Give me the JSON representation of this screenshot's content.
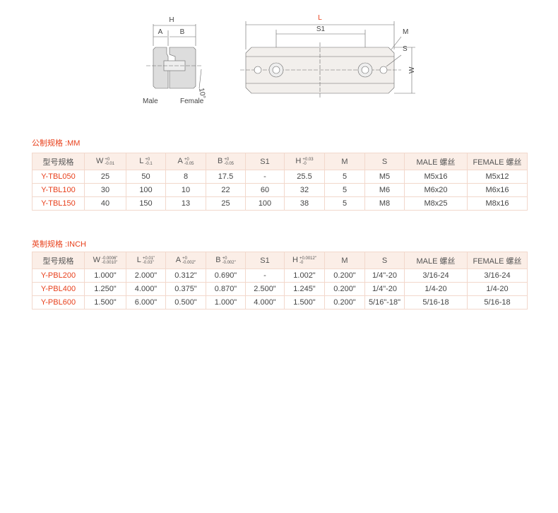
{
  "drawing": {
    "labels": {
      "H": "H",
      "A": "A",
      "B": "B",
      "L": "L",
      "S1": "S1",
      "M": "M",
      "S": "S",
      "W": "W",
      "angle": "10°",
      "male": "Male",
      "female": "Female"
    },
    "accent": "#e8401c"
  },
  "metric": {
    "title": "公制规格 :MM",
    "headers": [
      {
        "label": "型号规格"
      },
      {
        "label": "W",
        "tol_top": "+0",
        "tol_bot": "-0.01"
      },
      {
        "label": "L",
        "tol_top": "+0",
        "tol_bot": "-0.1"
      },
      {
        "label": "A",
        "tol_top": "+0",
        "tol_bot": "-0.05"
      },
      {
        "label": "B",
        "tol_top": "+0",
        "tol_bot": "-0.05"
      },
      {
        "label": "S1"
      },
      {
        "label": "H",
        "tol_top": "+0.03",
        "tol_bot": "-0"
      },
      {
        "label": "M"
      },
      {
        "label": "S"
      },
      {
        "label": "MALE 螺丝"
      },
      {
        "label": "FEMALE 螺丝"
      }
    ],
    "rows": [
      [
        "Y-TBL050",
        "25",
        "50",
        "8",
        "17.5",
        "-",
        "25.5",
        "5",
        "M5",
        "M5x16",
        "M5x12"
      ],
      [
        "Y-TBL100",
        "30",
        "100",
        "10",
        "22",
        "60",
        "32",
        "5",
        "M6",
        "M6x20",
        "M6x16"
      ],
      [
        "Y-TBL150",
        "40",
        "150",
        "13",
        "25",
        "100",
        "38",
        "5",
        "M8",
        "M8x25",
        "M8x16"
      ]
    ]
  },
  "inch": {
    "title": "英制规格 :INCH",
    "headers": [
      {
        "label": "型号规格"
      },
      {
        "label": "W",
        "tol_top": "-0.0006\"",
        "tol_bot": "-0.0010\""
      },
      {
        "label": "L",
        "tol_top": "+0.01\"",
        "tol_bot": "-0.03\""
      },
      {
        "label": "A",
        "tol_top": "+0",
        "tol_bot": "-0.002\""
      },
      {
        "label": "B",
        "tol_top": "+0",
        "tol_bot": "-0.002\""
      },
      {
        "label": "S1"
      },
      {
        "label": "H",
        "tol_top": "+0.0012\"",
        "tol_bot": "-0"
      },
      {
        "label": "M"
      },
      {
        "label": "S"
      },
      {
        "label": "MALE 螺丝"
      },
      {
        "label": "FEMALE 螺丝"
      }
    ],
    "rows": [
      [
        "Y-PBL200",
        "1.000\"",
        "2.000\"",
        "0.312\"",
        "0.690\"",
        "-",
        "1.002\"",
        "0.200\"",
        "1/4\"-20",
        "3/16-24",
        "3/16-24"
      ],
      [
        "Y-PBL400",
        "1.250\"",
        "4.000\"",
        "0.375\"",
        "0.870\"",
        "2.500\"",
        "1.245\"",
        "0.200\"",
        "1/4\"-20",
        "1/4-20",
        "1/4-20"
      ],
      [
        "Y-PBL600",
        "1.500\"",
        "6.000\"",
        "0.500\"",
        "1.000\"",
        "4.000\"",
        "1.500\"",
        "0.200\"",
        "5/16\"-18\"",
        "5/16-18",
        "5/16-18"
      ]
    ]
  }
}
